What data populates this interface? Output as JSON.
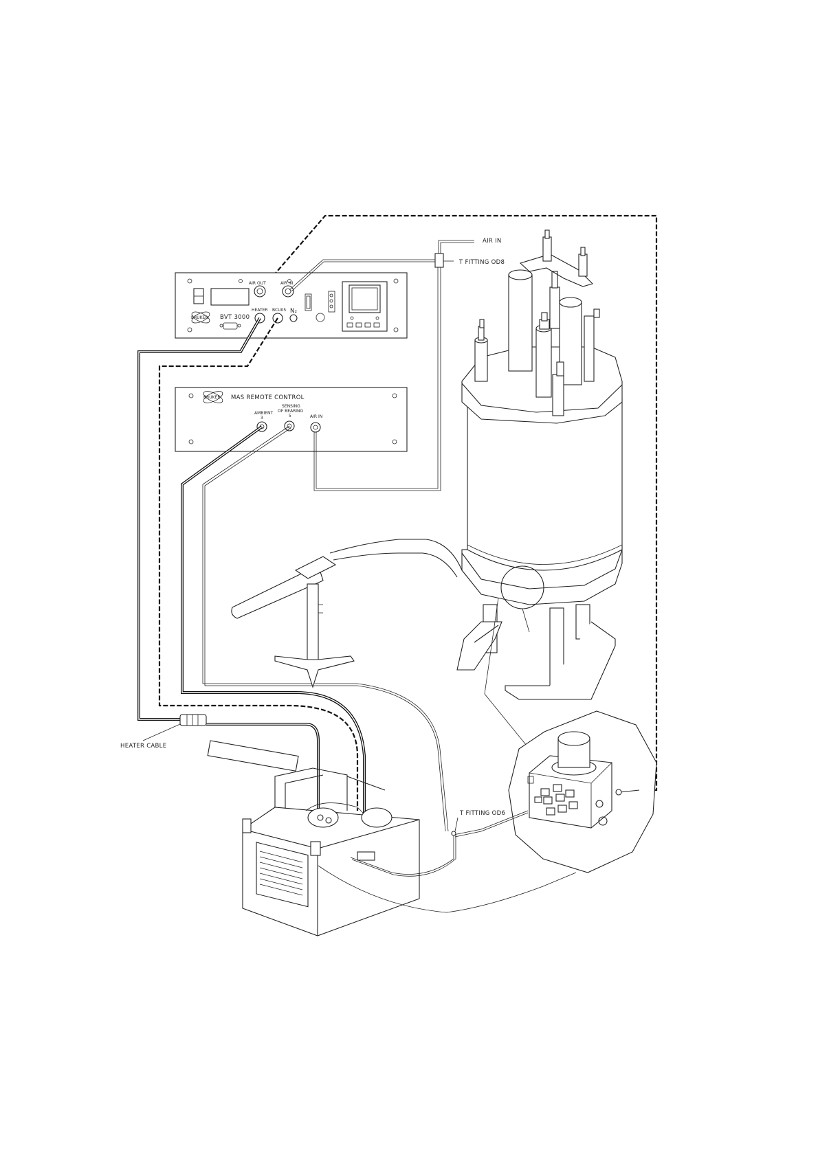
{
  "bvt_panel": {
    "brand": "BRUKER",
    "model": "BVT 3000",
    "air_out": "AIR OUT",
    "air_in": "AIR IN",
    "heater": "HEATER",
    "bcu05": "BCU05",
    "n2": "N₂"
  },
  "mas_panel": {
    "brand": "BRUKER",
    "title": "MAS REMOTE CONTROL",
    "ambient": "AMBIENT",
    "ambient_num": "3",
    "sensing": "SENSING",
    "of_bearing": "OF BEARING",
    "sensing_num": "5",
    "air_in": "AIR IN"
  },
  "labels": {
    "air_in": "AIR IN",
    "t_fitting_od8": "T FITTING OD8",
    "t_fitting_od6": "T FITTING OD6",
    "heater_cable": "HEATER CABLE"
  }
}
